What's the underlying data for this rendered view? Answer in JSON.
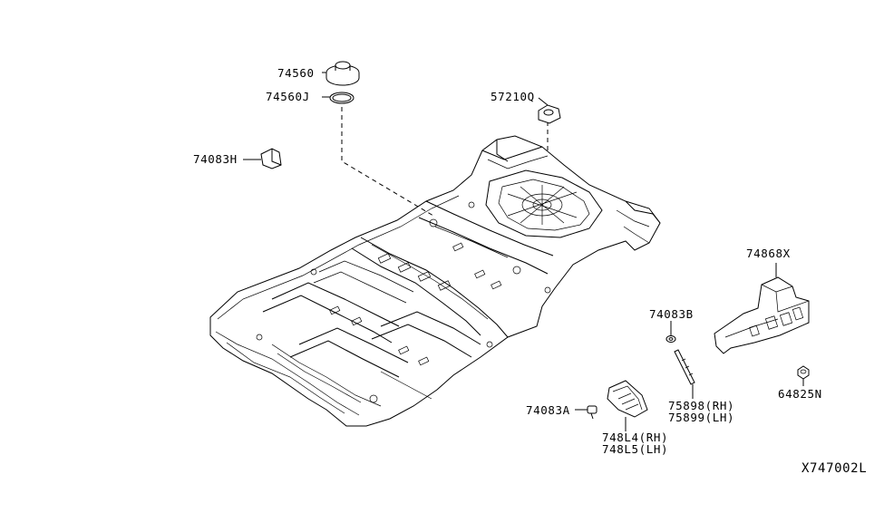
{
  "labels": {
    "p74560": "74560",
    "p74560J": "74560J",
    "p74083H": "74083H",
    "p57210Q": "57210Q",
    "p74868X": "74868X",
    "p74083B": "74083B",
    "p75898": "75898(RH)",
    "p75899": "75899(LH)",
    "p64825N": "64825N",
    "p74083A": "74083A",
    "p748L4": "748L4(RH)",
    "p748L5": "748L5(LH)",
    "diagram_id": "X747002L"
  },
  "colors": {
    "line": "#000000",
    "background": "#ffffff"
  },
  "icons": [
    "plug",
    "ring-seal",
    "bracket-clip",
    "nut-clip",
    "side-cover",
    "washer",
    "bolt-rod",
    "fastener",
    "screw",
    "bracket-assembly",
    "floor-panel"
  ]
}
